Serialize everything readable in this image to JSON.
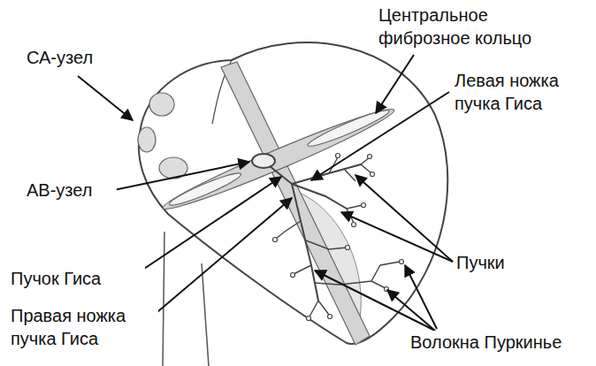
{
  "diagram": {
    "labels": [
      "СА-узел",
      "Центральное фиброзное кольцо",
      "Левая ножка пучка Гиса",
      "АВ-узел",
      "Пучок Гиса",
      "Правая ножка пучка Гиса",
      "Пучки",
      "Волокна Пуркинье"
    ]
  }
}
